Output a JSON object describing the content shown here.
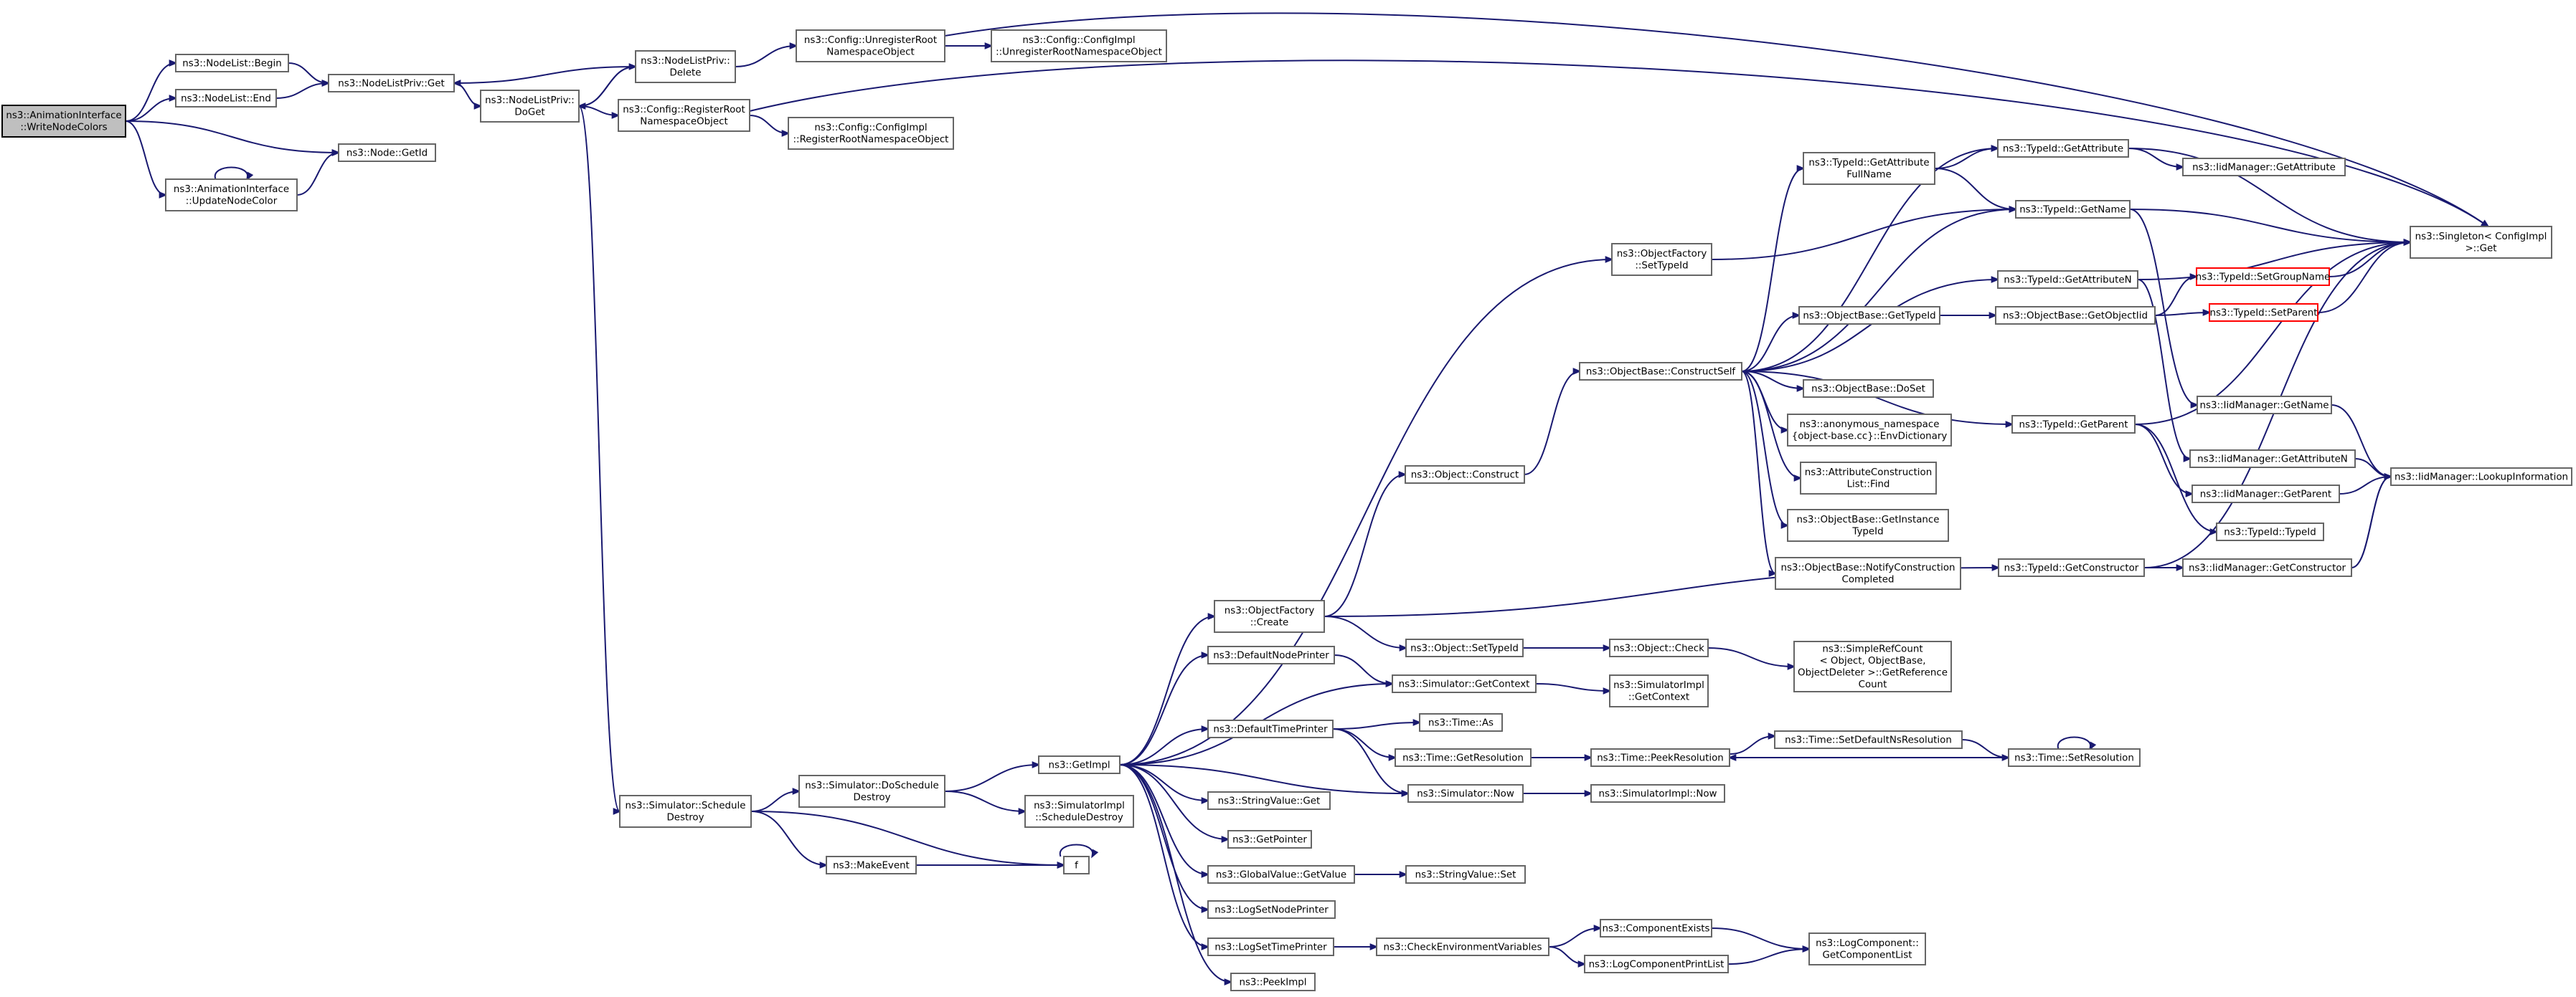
{
  "diagram": {
    "type": "call-graph",
    "colors": {
      "edge": "#191970",
      "root_fill": "#bfbfbf",
      "box_border": "#666666",
      "warn_border": "#ff0000"
    },
    "nodes": [
      {
        "id": "n_root",
        "lines": [
          "ns3::AnimationInterface",
          "::WriteNodeColors"
        ]
      },
      {
        "id": "n_nl_begin",
        "lines": [
          "ns3::NodeList::Begin"
        ]
      },
      {
        "id": "n_nl_end",
        "lines": [
          "ns3::NodeList::End"
        ]
      },
      {
        "id": "n_node_getid",
        "lines": [
          "ns3::Node::GetId"
        ]
      },
      {
        "id": "n_upd_color",
        "lines": [
          "ns3::AnimationInterface",
          "::UpdateNodeColor"
        ]
      },
      {
        "id": "n_nlp_get",
        "lines": [
          "ns3::NodeListPriv::Get"
        ]
      },
      {
        "id": "n_nlp_doget",
        "lines": [
          "ns3::NodeListPriv::",
          "DoGet"
        ]
      },
      {
        "id": "n_nlp_delete",
        "lines": [
          "ns3::NodeListPriv::",
          "Delete"
        ]
      },
      {
        "id": "n_unreg_root",
        "lines": [
          "ns3::Config::UnregisterRoot",
          "NamespaceObject"
        ]
      },
      {
        "id": "n_cfgimpl_unreg",
        "lines": [
          "ns3::Config::ConfigImpl",
          "::UnregisterRootNamespaceObject"
        ]
      },
      {
        "id": "n_reg_root",
        "lines": [
          "ns3::Config::RegisterRoot",
          "NamespaceObject"
        ]
      },
      {
        "id": "n_cfgimpl_reg",
        "lines": [
          "ns3::Config::ConfigImpl",
          "::RegisterRootNamespaceObject"
        ]
      },
      {
        "id": "n_singleton",
        "lines": [
          "ns3::Singleton< ConfigImpl",
          ">::Get"
        ]
      },
      {
        "id": "n_sched_destroy",
        "lines": [
          "ns3::Simulator::Schedule",
          "Destroy"
        ]
      },
      {
        "id": "n_do_sched_destroy",
        "lines": [
          "ns3::Simulator::DoSchedule",
          "Destroy"
        ]
      },
      {
        "id": "n_make_event",
        "lines": [
          "ns3::MakeEvent"
        ]
      },
      {
        "id": "n_f",
        "lines": [
          "f"
        ]
      },
      {
        "id": "n_getimpl",
        "lines": [
          "ns3::GetImpl"
        ]
      },
      {
        "id": "n_simimpl_sched",
        "lines": [
          "ns3::SimulatorImpl",
          "::ScheduleDestroy"
        ]
      },
      {
        "id": "n_objfactory_settid",
        "lines": [
          "ns3::ObjectFactory",
          "::SetTypeId"
        ]
      },
      {
        "id": "n_obj_construct",
        "lines": [
          "ns3::Object::Construct"
        ]
      },
      {
        "id": "n_objfactory_create",
        "lines": [
          "ns3::ObjectFactory",
          "::Create"
        ]
      },
      {
        "id": "n_default_node_printer",
        "lines": [
          "ns3::DefaultNodePrinter"
        ]
      },
      {
        "id": "n_default_time_printer",
        "lines": [
          "ns3::DefaultTimePrinter"
        ]
      },
      {
        "id": "n_stringvalue_get",
        "lines": [
          "ns3::StringValue::Get"
        ]
      },
      {
        "id": "n_getpointer",
        "lines": [
          "ns3::GetPointer"
        ]
      },
      {
        "id": "n_globalvalue_getvalue",
        "lines": [
          "ns3::GlobalValue::GetValue"
        ]
      },
      {
        "id": "n_logset_nodeprinter",
        "lines": [
          "ns3::LogSetNodePrinter"
        ]
      },
      {
        "id": "n_logset_timeprinter",
        "lines": [
          "ns3::LogSetTimePrinter"
        ]
      },
      {
        "id": "n_peekimpl",
        "lines": [
          "ns3::PeekImpl"
        ]
      },
      {
        "id": "n_objbase_construct_self",
        "lines": [
          "ns3::ObjectBase::ConstructSelf"
        ]
      },
      {
        "id": "n_typeid_getattr_fullname",
        "lines": [
          "ns3::TypeId::GetAttribute",
          "FullName"
        ]
      },
      {
        "id": "n_objbase_gettypeid",
        "lines": [
          "ns3::ObjectBase::GetTypeId"
        ]
      },
      {
        "id": "n_objbase_doset",
        "lines": [
          "ns3::ObjectBase::DoSet"
        ]
      },
      {
        "id": "n_anon_envdict",
        "lines": [
          "ns3::anonymous_namespace",
          "{object-base.cc}::EnvDictionary"
        ]
      },
      {
        "id": "n_attrconst_find",
        "lines": [
          "ns3::AttributeConstruction",
          "List::Find"
        ]
      },
      {
        "id": "n_objbase_getinstance",
        "lines": [
          "ns3::ObjectBase::GetInstance",
          "TypeId"
        ]
      },
      {
        "id": "n_objbase_notify",
        "lines": [
          "ns3::ObjectBase::NotifyConstruction",
          "Completed"
        ]
      },
      {
        "id": "n_obj_settypeid",
        "lines": [
          "ns3::Object::SetTypeId"
        ]
      },
      {
        "id": "n_obj_check",
        "lines": [
          "ns3::Object::Check"
        ]
      },
      {
        "id": "n_simplerefcount",
        "lines": [
          "ns3::SimpleRefCount",
          "< Object, ObjectBase,",
          "ObjectDeleter >::GetReference",
          "Count"
        ]
      },
      {
        "id": "n_sim_getcontext",
        "lines": [
          "ns3::Simulator::GetContext"
        ]
      },
      {
        "id": "n_simimpl_getcontext",
        "lines": [
          "ns3::SimulatorImpl",
          "::GetContext"
        ]
      },
      {
        "id": "n_time_as",
        "lines": [
          "ns3::Time::As"
        ]
      },
      {
        "id": "n_time_getresolution",
        "lines": [
          "ns3::Time::GetResolution"
        ]
      },
      {
        "id": "n_sim_now",
        "lines": [
          "ns3::Simulator::Now"
        ]
      },
      {
        "id": "n_simimpl_now",
        "lines": [
          "ns3::SimulatorImpl::Now"
        ]
      },
      {
        "id": "n_time_peekresolution",
        "lines": [
          "ns3::Time::PeekResolution"
        ]
      },
      {
        "id": "n_time_setdefaultns",
        "lines": [
          "ns3::Time::SetDefaultNsResolution"
        ]
      },
      {
        "id": "n_time_setresolution",
        "lines": [
          "ns3::Time::SetResolution"
        ]
      },
      {
        "id": "n_stringvalue_set",
        "lines": [
          "ns3::StringValue::Set"
        ]
      },
      {
        "id": "n_check_env",
        "lines": [
          "ns3::CheckEnvironmentVariables"
        ]
      },
      {
        "id": "n_component_exists",
        "lines": [
          "ns3::ComponentExists"
        ]
      },
      {
        "id": "n_logcomp_printlist",
        "lines": [
          "ns3::LogComponentPrintList"
        ]
      },
      {
        "id": "n_logcomp_getlist",
        "lines": [
          "ns3::LogComponent::",
          "GetComponentList"
        ]
      },
      {
        "id": "n_typeid_getattribute",
        "lines": [
          "ns3::TypeId::GetAttribute"
        ]
      },
      {
        "id": "n_iidm_getattribute",
        "lines": [
          "ns3::IidManager::GetAttribute"
        ]
      },
      {
        "id": "n_typeid_getname",
        "lines": [
          "ns3::TypeId::GetName"
        ]
      },
      {
        "id": "n_typeid_getattrn",
        "lines": [
          "ns3::TypeId::GetAttributeN"
        ]
      },
      {
        "id": "n_typeid_setgroupname",
        "lines": [
          "ns3::TypeId::SetGroupName"
        ]
      },
      {
        "id": "n_objbase_getobjectiid",
        "lines": [
          "ns3::ObjectBase::GetObjectIid"
        ]
      },
      {
        "id": "n_typeid_setparent",
        "lines": [
          "ns3::TypeId::SetParent"
        ]
      },
      {
        "id": "n_typeid_getparent",
        "lines": [
          "ns3::TypeId::GetParent"
        ]
      },
      {
        "id": "n_iidm_getname",
        "lines": [
          "ns3::IidManager::GetName"
        ]
      },
      {
        "id": "n_iidm_getattrn",
        "lines": [
          "ns3::IidManager::GetAttributeN"
        ]
      },
      {
        "id": "n_iidm_getparent",
        "lines": [
          "ns3::IidManager::GetParent"
        ]
      },
      {
        "id": "n_typeid_typeid",
        "lines": [
          "ns3::TypeId::TypeId"
        ]
      },
      {
        "id": "n_typeid_getconstructor",
        "lines": [
          "ns3::TypeId::GetConstructor"
        ]
      },
      {
        "id": "n_iidm_getconstructor",
        "lines": [
          "ns3::IidManager::GetConstructor"
        ]
      },
      {
        "id": "n_iidm_lookup",
        "lines": [
          "ns3::IidManager::LookupInformation"
        ]
      }
    ]
  }
}
